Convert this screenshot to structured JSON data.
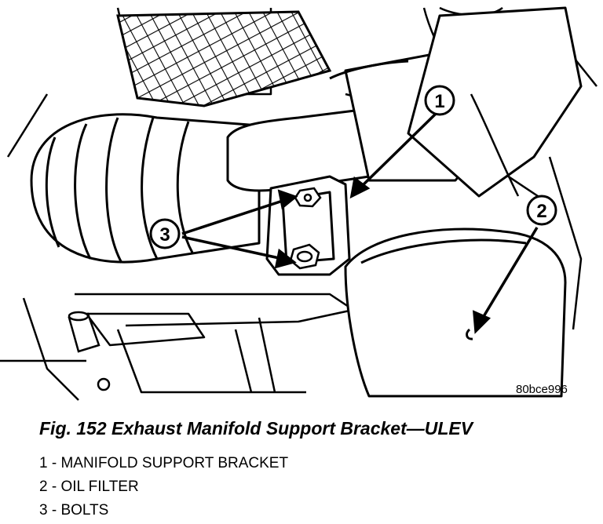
{
  "figure": {
    "ref_code": "80bce996",
    "callouts": [
      "1",
      "2",
      "3"
    ]
  },
  "caption": "Fig. 152 Exhaust Manifold Support Bracket—ULEV",
  "legend": [
    "1 - MANIFOLD SUPPORT BRACKET",
    "2 - OIL FILTER",
    "3 - BOLTS"
  ]
}
